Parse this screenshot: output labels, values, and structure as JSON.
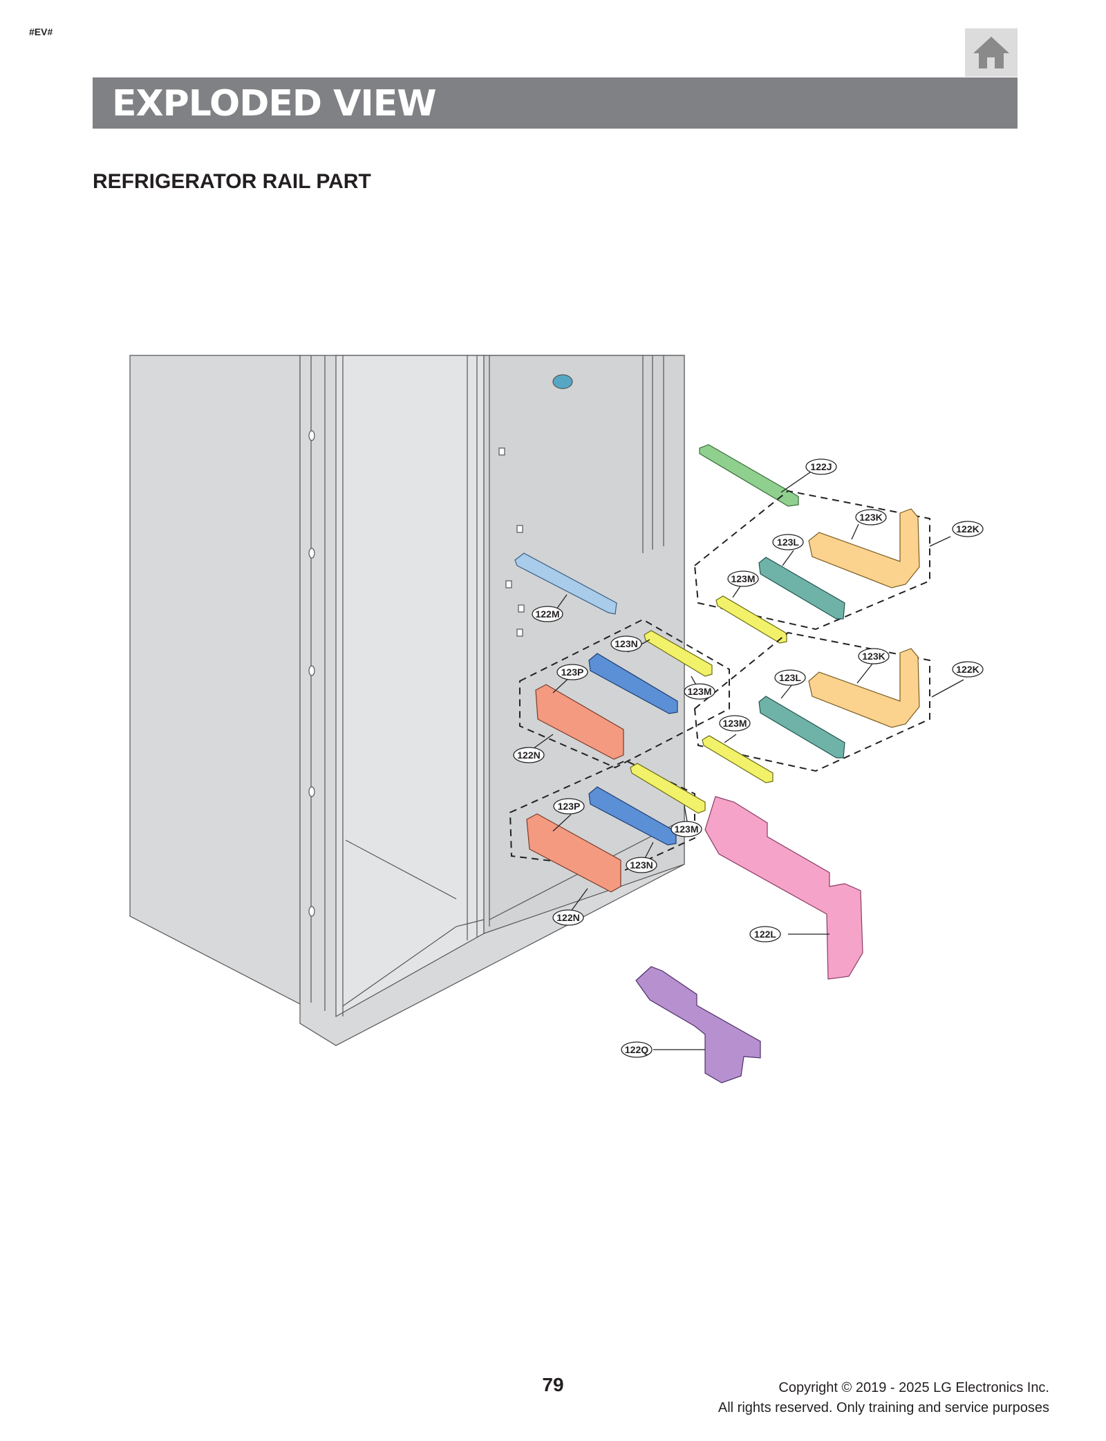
{
  "header": {
    "tag": "#EV#",
    "banner_title": "EXPLODED VIEW",
    "home_icon": "home-icon"
  },
  "section": {
    "title": "REFRIGERATOR RAIL PART"
  },
  "callouts": {
    "c122J": "122J",
    "c123K_a": "123K",
    "c122K_a": "122K",
    "c123L_a": "123L",
    "c123M_a": "123M",
    "c122M": "122M",
    "c123N_a": "123N",
    "c123P_a": "123P",
    "c123M_b": "123M",
    "c122N_a": "122N",
    "c123K_b": "123K",
    "c122K_b": "122K",
    "c123L_b": "123L",
    "c123M_c": "123M",
    "c123P_b": "123P",
    "c123M_d": "123M",
    "c123N_b": "123N",
    "c122N_b": "122N",
    "c122L": "122L",
    "c122Q": "122Q"
  },
  "colors": {
    "banner": "#808184",
    "cabinet": "#d8d9db",
    "green_part": "#8fd08f",
    "tan_part": "#fbd38e",
    "teal_part": "#6fb3a8",
    "yellow_part": "#f2f26a",
    "blue_part": "#5b8fd6",
    "light_blue_part": "#a8ccea",
    "salmon_part": "#f39a80",
    "pink_part": "#f5a3c8",
    "purple_part": "#b690cf"
  },
  "footer": {
    "page_number": "79",
    "copyright_line1": "Copyright © 2019 - 2025 LG Electronics Inc.",
    "copyright_line2": "All rights reserved. Only training and service purposes"
  }
}
